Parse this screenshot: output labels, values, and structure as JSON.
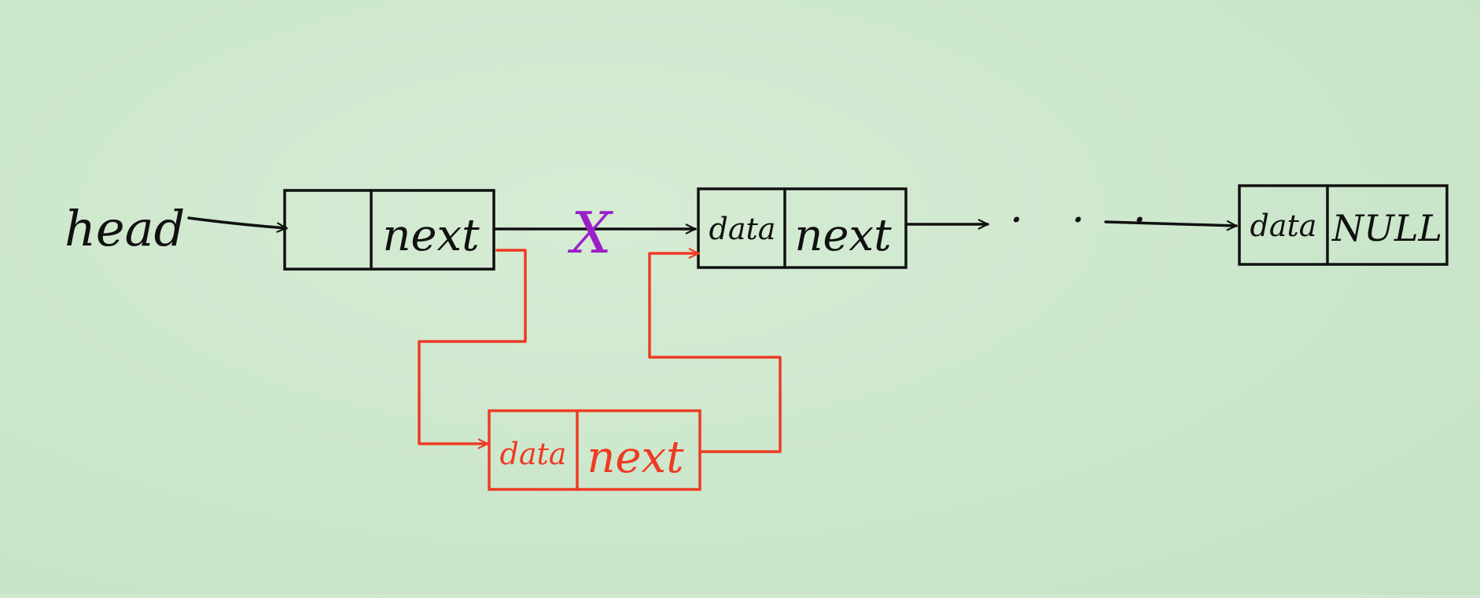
{
  "diagram": {
    "head_label": "head",
    "ellipsis": "· · ·",
    "cut_mark": "X",
    "nodes": {
      "head_node": {
        "data": "",
        "next": "next"
      },
      "node_2": {
        "data": "data",
        "next": "next"
      },
      "tail_node": {
        "data": "data",
        "next": "NULL"
      },
      "inserted_node": {
        "data": "data",
        "next": "next"
      }
    },
    "colors": {
      "background": "#cfe8cf",
      "ink": "#111111",
      "inserted": "#ee3b24",
      "cut_mark": "#9a1fc9"
    }
  }
}
